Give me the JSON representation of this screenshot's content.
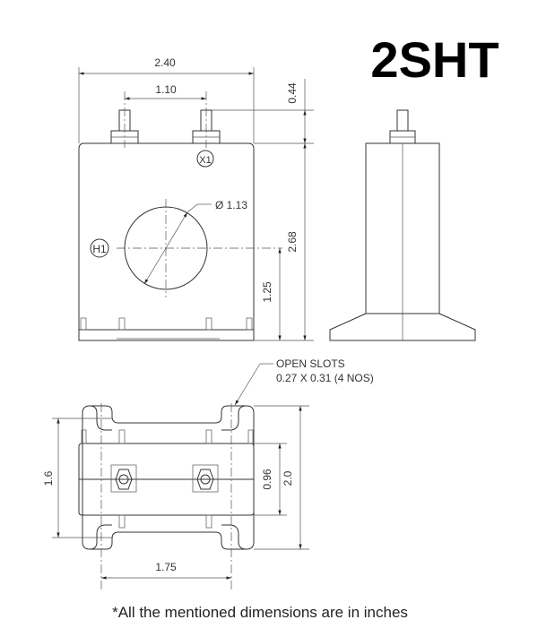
{
  "title": "2SHT",
  "front_view": {
    "width": "2.40",
    "terminal_spacing": "1.10",
    "terminal_height": "0.44",
    "height": "2.68",
    "center_height": "1.25",
    "window_diameter": "Ø 1.13",
    "primary_marker": "H1",
    "secondary_marker": "X1"
  },
  "bottom_view": {
    "slot_note_line1": "OPEN SLOTS",
    "slot_note_line2": "0.27 X 0.31 (4 NOS)",
    "slot_pitch_depth": "1.6",
    "band_width": "0.96",
    "depth": "2.0",
    "slot_pitch_width": "1.75"
  },
  "footnote": "*All the mentioned dimensions are in inches"
}
